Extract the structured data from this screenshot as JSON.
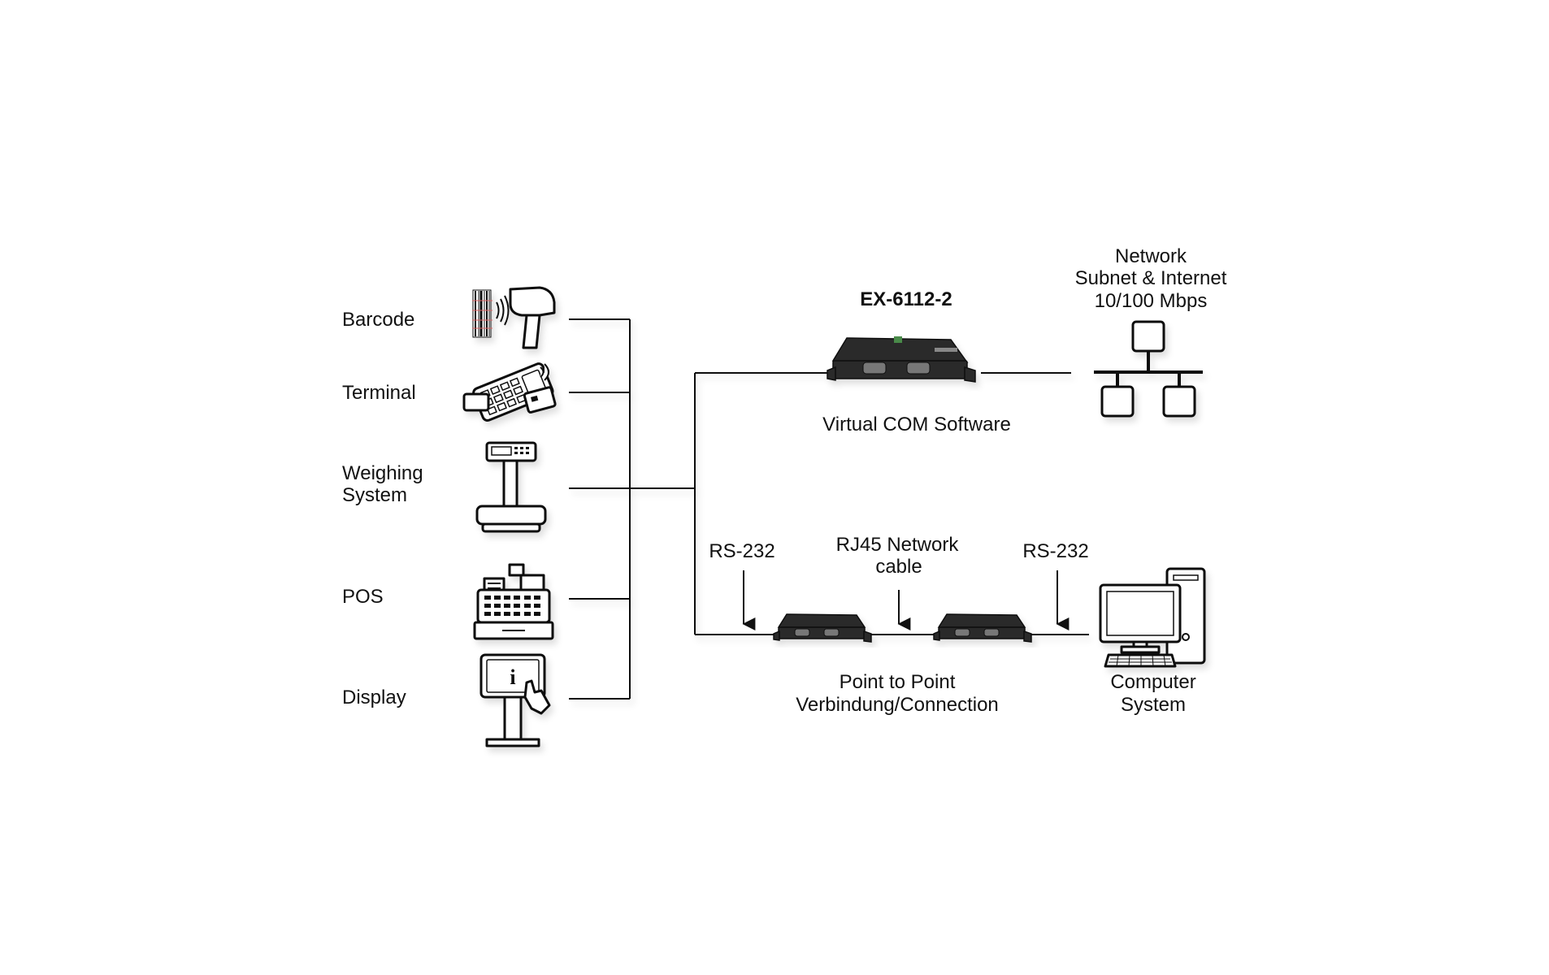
{
  "title": "EX-6112-2",
  "devices": {
    "barcode": "Barcode",
    "terminal": "Terminal",
    "weighing_line1": "Weighing",
    "weighing_line2": "System",
    "pos": "POS",
    "display": "Display"
  },
  "software_label": "Virtual COM Software",
  "network": {
    "line1": "Network",
    "line2": "Subnet & Internet",
    "line3": "10/100 Mbps"
  },
  "connections": {
    "rs232_left": "RS-232",
    "rj45_line1": "RJ45 Network",
    "rj45_line2": "cable",
    "rs232_right": "RS-232",
    "p2p_line1": "Point to Point",
    "p2p_line2": "Verbindung/Connection"
  },
  "computer": {
    "line1": "Computer",
    "line2": "System"
  }
}
